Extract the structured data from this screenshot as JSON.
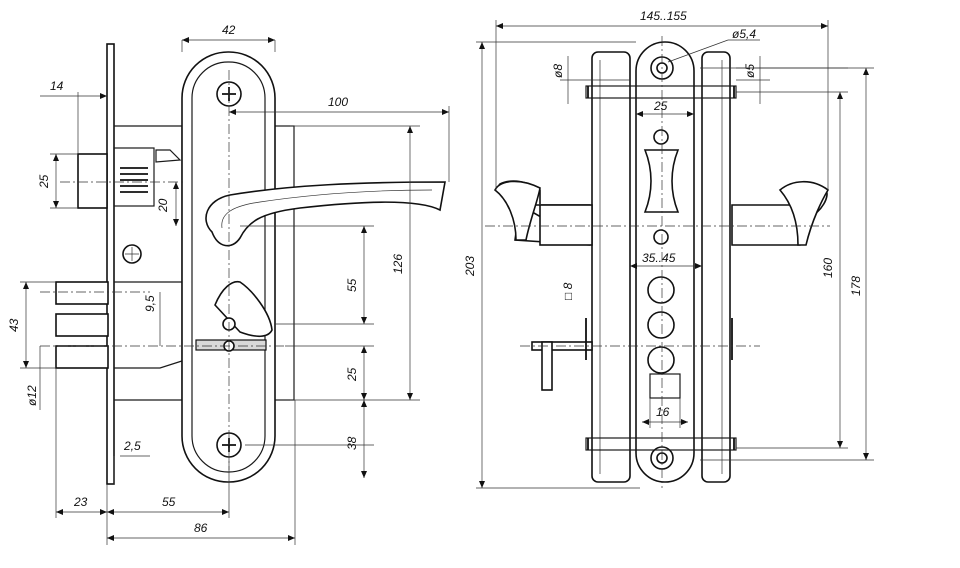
{
  "dimensions": {
    "front_view": {
      "plate_width": "42",
      "backset_offset": "14",
      "handle_length": "100",
      "latch_height": "25",
      "latch_to_handle": "20",
      "handle_to_cylinder": "126",
      "handle_to_thumbturn": "55",
      "thumbturn_to_cylinder": "25",
      "cylinder_to_screw": "38",
      "bolt_spacing": "9,5",
      "bolt_span": "43",
      "bolt_diameter": "ø12",
      "faceplate_thickness": "2,5",
      "faceplate_to_edge": "23",
      "backset": "55",
      "case_depth": "86"
    },
    "side_view": {
      "overall_width": "145..155",
      "screw_hole": "ø5,4",
      "hole_a": "ø8",
      "hole_b": "ø5",
      "plate_width": "25",
      "overall_height": "203",
      "spindle_square": "□ 8",
      "door_thickness": "35..45",
      "screw_spacing_inner": "160",
      "screw_spacing_outer": "178",
      "cylinder_width": "16"
    }
  }
}
